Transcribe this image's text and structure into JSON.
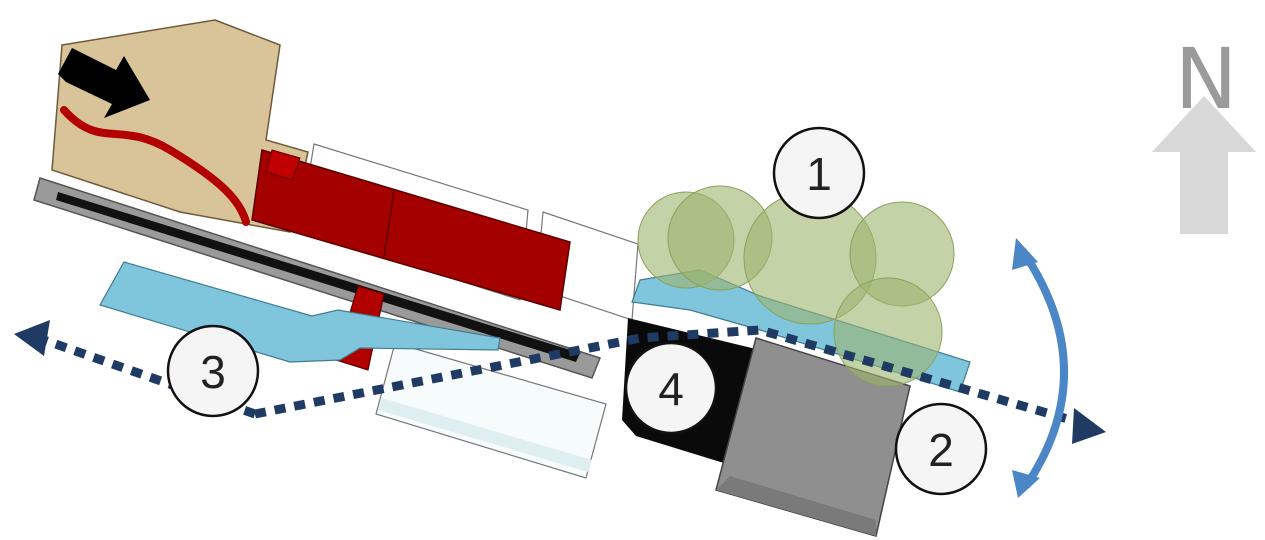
{
  "north": {
    "label": "N",
    "arrow_color": "#d8d8d8",
    "label_color": "#9a9a9a"
  },
  "callouts": [
    {
      "id": "1",
      "label": "1"
    },
    {
      "id": "2",
      "label": "2"
    },
    {
      "id": "3",
      "label": "3"
    },
    {
      "id": "4",
      "label": "4"
    }
  ],
  "colors": {
    "tan_building": "#d9c49a",
    "red_building": "#a40000",
    "blue_structure": "#7fc6dc",
    "trees": "#9db46e",
    "gray_block": "#8f8f8f",
    "dark_block": "#0a0a0a",
    "route_dots": "#1f3b63",
    "rotation_arrow": "#4b86c6",
    "entry_arrow": "#000000",
    "river": "#b30000"
  }
}
